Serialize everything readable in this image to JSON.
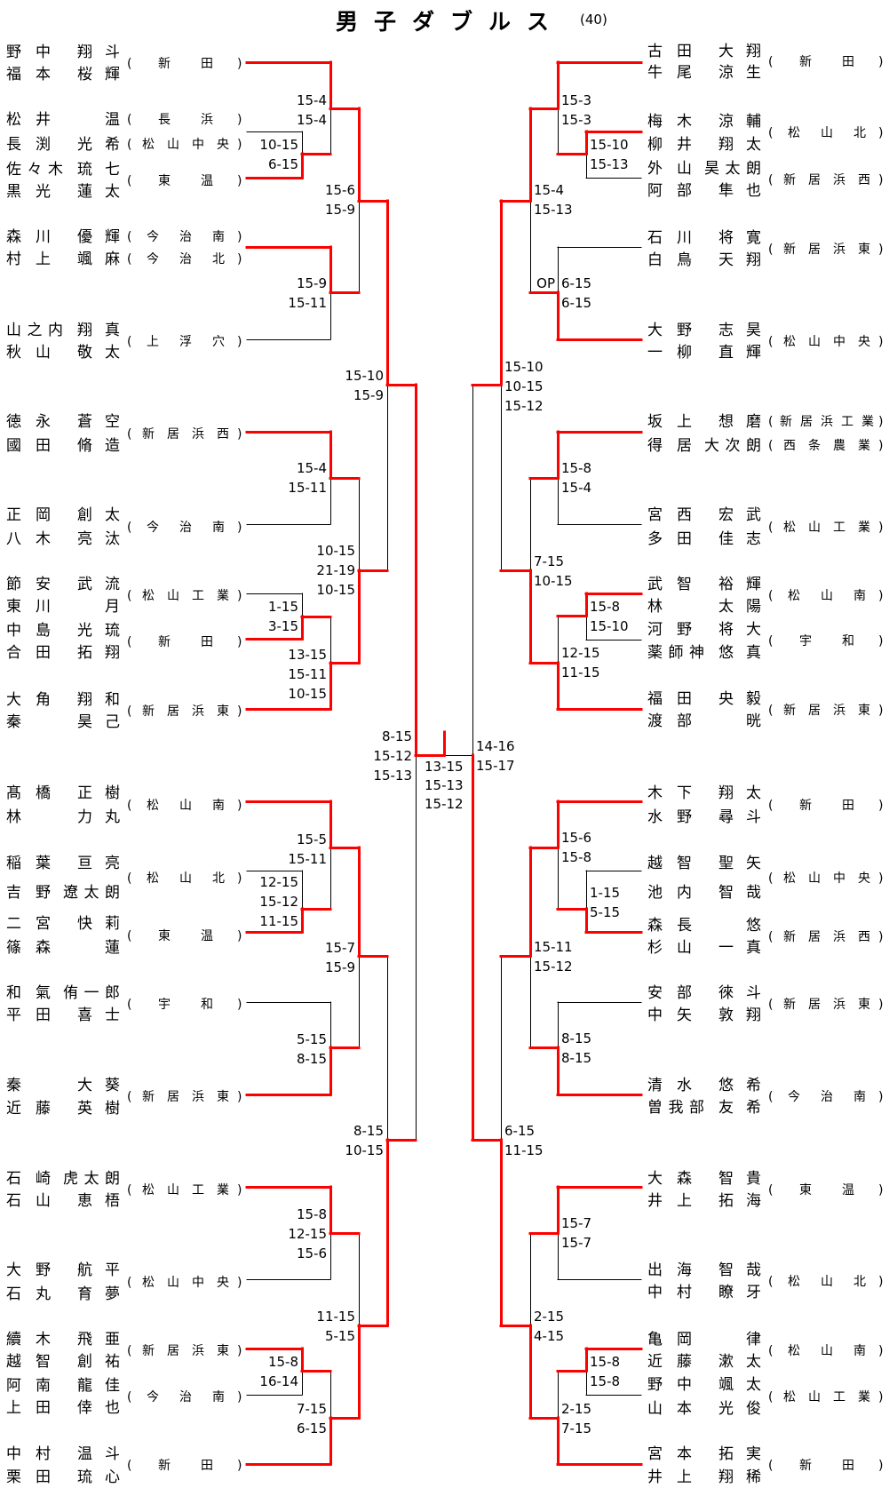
{
  "header": {
    "title": "男子ダブルス",
    "entry_count": "(40)"
  },
  "labels": {
    "paren_open": "(",
    "paren_close": ")"
  },
  "colors": {
    "winner_line": "#ff0000",
    "line": "#000000"
  },
  "teams": {
    "L1": {
      "players": [
        {
          "family": "野中",
          "given": "翔斗"
        },
        {
          "family": "福本",
          "given": "桜輝"
        }
      ],
      "schools": [
        "新田"
      ]
    },
    "L2": {
      "players": [
        {
          "family": "松井",
          "given": "温"
        },
        {
          "family": "長渕",
          "given": "光希"
        }
      ],
      "schools": [
        "長浜",
        "松山中央"
      ]
    },
    "L3": {
      "players": [
        {
          "family": "佐々木",
          "given": "琉七"
        },
        {
          "family": "黒光",
          "given": "蓮太"
        }
      ],
      "schools": [
        "東温"
      ]
    },
    "L4": {
      "players": [
        {
          "family": "森川",
          "given": "優輝"
        },
        {
          "family": "村上",
          "given": "颯麻"
        }
      ],
      "schools": [
        "今治南",
        "今治北"
      ]
    },
    "L5": {
      "players": [
        {
          "family": "山之内",
          "given": "翔真"
        },
        {
          "family": "秋山",
          "given": "敬太"
        }
      ],
      "schools": [
        "上浮穴"
      ]
    },
    "L6": {
      "players": [
        {
          "family": "徳永",
          "given": "蒼空"
        },
        {
          "family": "國田",
          "given": "脩造"
        }
      ],
      "schools": [
        "新居浜西"
      ]
    },
    "L7": {
      "players": [
        {
          "family": "正岡",
          "given": "創太"
        },
        {
          "family": "八木",
          "given": "亮汰"
        }
      ],
      "schools": [
        "今治南"
      ]
    },
    "L8": {
      "players": [
        {
          "family": "節安",
          "given": "武流"
        },
        {
          "family": "東川",
          "given": "月"
        }
      ],
      "schools": [
        "松山工業"
      ]
    },
    "L9": {
      "players": [
        {
          "family": "中島",
          "given": "光琉"
        },
        {
          "family": "合田",
          "given": "拓翔"
        }
      ],
      "schools": [
        "新田"
      ]
    },
    "L10": {
      "players": [
        {
          "family": "大角",
          "given": "翔和"
        },
        {
          "family": "秦",
          "given": "昊己"
        }
      ],
      "schools": [
        "新居浜東"
      ]
    },
    "L11": {
      "players": [
        {
          "family": "髙橋",
          "given": "正樹"
        },
        {
          "family": "林",
          "given": "力丸"
        }
      ],
      "schools": [
        "松山南"
      ]
    },
    "L12": {
      "players": [
        {
          "family": "稲葉",
          "given": "亘亮"
        },
        {
          "family": "吉野",
          "given": "遼太朗"
        }
      ],
      "schools": [
        "松山北"
      ]
    },
    "L13": {
      "players": [
        {
          "family": "二宮",
          "given": "快莉"
        },
        {
          "family": "篠森",
          "given": "蓮"
        }
      ],
      "schools": [
        "東温"
      ]
    },
    "L14": {
      "players": [
        {
          "family": "和氣",
          "given": "侑一郎"
        },
        {
          "family": "平田",
          "given": "喜士"
        }
      ],
      "schools": [
        "宇和"
      ]
    },
    "L15": {
      "players": [
        {
          "family": "秦",
          "given": "大葵"
        },
        {
          "family": "近藤",
          "given": "英樹"
        }
      ],
      "schools": [
        "新居浜東"
      ]
    },
    "L16": {
      "players": [
        {
          "family": "石崎",
          "given": "虎太朗"
        },
        {
          "family": "石山",
          "given": "恵梧"
        }
      ],
      "schools": [
        "松山工業"
      ]
    },
    "L17": {
      "players": [
        {
          "family": "大野",
          "given": "航平"
        },
        {
          "family": "石丸",
          "given": "育夢"
        }
      ],
      "schools": [
        "松山中央"
      ]
    },
    "L18": {
      "players": [
        {
          "family": "續木",
          "given": "飛亜"
        },
        {
          "family": "越智",
          "given": "創祐"
        }
      ],
      "schools": [
        "新居浜東"
      ]
    },
    "L19": {
      "players": [
        {
          "family": "阿南",
          "given": "龍佳"
        },
        {
          "family": "上田",
          "given": "倖也"
        }
      ],
      "schools": [
        "今治南"
      ]
    },
    "L20": {
      "players": [
        {
          "family": "中村",
          "given": "温斗"
        },
        {
          "family": "栗田",
          "given": "琉心"
        }
      ],
      "schools": [
        "新田"
      ]
    },
    "R1": {
      "players": [
        {
          "family": "古田",
          "given": "大翔"
        },
        {
          "family": "牛尾",
          "given": "涼生"
        }
      ],
      "schools": [
        "新田"
      ]
    },
    "R2": {
      "players": [
        {
          "family": "梅木",
          "given": "涼輔"
        },
        {
          "family": "柳井",
          "given": "翔太"
        }
      ],
      "schools": [
        "松山北"
      ]
    },
    "R3": {
      "players": [
        {
          "family": "外山",
          "given": "昊太朗"
        },
        {
          "family": "阿部",
          "given": "隼也"
        }
      ],
      "schools": [
        "新居浜西"
      ]
    },
    "R4": {
      "players": [
        {
          "family": "石川",
          "given": "将寛"
        },
        {
          "family": "白鳥",
          "given": "天翔"
        }
      ],
      "schools": [
        "新居浜東"
      ]
    },
    "R5": {
      "players": [
        {
          "family": "大野",
          "given": "志昊"
        },
        {
          "family": "一柳",
          "given": "直輝"
        }
      ],
      "schools": [
        "松山中央"
      ]
    },
    "R6": {
      "players": [
        {
          "family": "坂上",
          "given": "想磨"
        },
        {
          "family": "得居",
          "given": "大次朗"
        }
      ],
      "schools": [
        "新居浜工業",
        "西条農業"
      ]
    },
    "R7": {
      "players": [
        {
          "family": "宮西",
          "given": "宏武"
        },
        {
          "family": "多田",
          "given": "佳志"
        }
      ],
      "schools": [
        "松山工業"
      ]
    },
    "R8": {
      "players": [
        {
          "family": "武智",
          "given": "裕輝"
        },
        {
          "family": "林",
          "given": "太陽"
        }
      ],
      "schools": [
        "松山南"
      ]
    },
    "R9": {
      "players": [
        {
          "family": "河野",
          "given": "将大"
        },
        {
          "family": "薬師神",
          "given": "悠真"
        }
      ],
      "schools": [
        "宇和"
      ]
    },
    "R10": {
      "players": [
        {
          "family": "福田",
          "given": "央毅"
        },
        {
          "family": "渡部",
          "given": "晄"
        }
      ],
      "schools": [
        "新居浜東"
      ]
    },
    "R11": {
      "players": [
        {
          "family": "木下",
          "given": "翔太"
        },
        {
          "family": "水野",
          "given": "尋斗"
        }
      ],
      "schools": [
        "新田"
      ]
    },
    "R12": {
      "players": [
        {
          "family": "越智",
          "given": "聖矢"
        },
        {
          "family": "池内",
          "given": "智哉"
        }
      ],
      "schools": [
        "松山中央"
      ]
    },
    "R13": {
      "players": [
        {
          "family": "森長",
          "given": "悠"
        },
        {
          "family": "杉山",
          "given": "一真"
        }
      ],
      "schools": [
        "新居浜西"
      ]
    },
    "R14": {
      "players": [
        {
          "family": "安部",
          "given": "徠斗"
        },
        {
          "family": "中矢",
          "given": "敦翔"
        }
      ],
      "schools": [
        "新居浜東"
      ]
    },
    "R15": {
      "players": [
        {
          "family": "清水",
          "given": "悠希"
        },
        {
          "family": "曽我部",
          "given": "友希"
        }
      ],
      "schools": [
        "今治南"
      ]
    },
    "R16": {
      "players": [
        {
          "family": "大森",
          "given": "智貴"
        },
        {
          "family": "井上",
          "given": "拓海"
        }
      ],
      "schools": [
        "東温"
      ]
    },
    "R17": {
      "players": [
        {
          "family": "出海",
          "given": "智哉"
        },
        {
          "family": "中村",
          "given": "瞭牙"
        }
      ],
      "schools": [
        "松山北"
      ]
    },
    "R18": {
      "players": [
        {
          "family": "亀岡",
          "given": "律"
        },
        {
          "family": "近藤",
          "given": "漱太"
        }
      ],
      "schools": [
        "松山南"
      ]
    },
    "R19": {
      "players": [
        {
          "family": "野中",
          "given": "颯太"
        },
        {
          "family": "山本",
          "given": "光俊"
        }
      ],
      "schools": [
        "松山工業"
      ]
    },
    "R20": {
      "players": [
        {
          "family": "宮本",
          "given": "拓実"
        },
        {
          "family": "井上",
          "given": "翔稀"
        }
      ],
      "schools": [
        "新田"
      ]
    }
  },
  "matches": {
    "LM1": {
      "top": "L2",
      "bottom": "L3",
      "winner": "bottom",
      "scores": [
        "10-15",
        "6-15"
      ]
    },
    "LM2": {
      "top": "L1",
      "bottom": "LM1",
      "winner": "top",
      "scores": [
        "15-4",
        "15-4"
      ]
    },
    "LM3": {
      "top": "L4",
      "bottom": "L5",
      "winner": "top",
      "scores": [
        "15-9",
        "15-11"
      ]
    },
    "LM4": {
      "top": "LM2",
      "bottom": "LM3",
      "winner": "top",
      "scores": [
        "15-6",
        "15-9"
      ]
    },
    "LM5": {
      "top": "L6",
      "bottom": "L7",
      "winner": "top",
      "scores": [
        "15-4",
        "15-11"
      ]
    },
    "LM6": {
      "top": "L8",
      "bottom": "L9",
      "winner": "bottom",
      "scores": [
        "1-15",
        "3-15"
      ]
    },
    "LM7": {
      "top": "LM6",
      "bottom": "L10",
      "winner": "bottom",
      "scores": [
        "13-15",
        "15-11",
        "10-15"
      ]
    },
    "LM8": {
      "top": "LM5",
      "bottom": "LM7",
      "winner": "bottom",
      "scores": [
        "10-15",
        "21-19",
        "10-15"
      ]
    },
    "LM9": {
      "top": "LM4",
      "bottom": "LM8",
      "winner": "top",
      "scores": [
        "15-10",
        "15-9"
      ]
    },
    "LM10": {
      "top": "L11",
      "bottom": "LM11",
      "winner": "top",
      "scores": [
        "15-5",
        "15-11"
      ]
    },
    "LM11": {
      "top": "L12",
      "bottom": "L13",
      "winner": "bottom",
      "scores": [
        "12-15",
        "15-12",
        "11-15"
      ]
    },
    "LM12": {
      "top": "L14",
      "bottom": "L15",
      "winner": "bottom",
      "scores": [
        "5-15",
        "8-15"
      ]
    },
    "LM13": {
      "top": "LM10",
      "bottom": "LM12",
      "winner": "top",
      "scores": [
        "15-7",
        "15-9"
      ]
    },
    "LM14": {
      "top": "L16",
      "bottom": "L17",
      "winner": "top",
      "scores": [
        "15-8",
        "12-15",
        "15-6"
      ]
    },
    "LM15": {
      "top": "L18",
      "bottom": "L19",
      "winner": "top",
      "scores": [
        "15-8",
        "16-14"
      ]
    },
    "LM16": {
      "top": "LM15",
      "bottom": "L20",
      "winner": "bottom",
      "scores": [
        "7-15",
        "6-15"
      ]
    },
    "LM17": {
      "top": "LM14",
      "bottom": "LM16",
      "winner": "bottom",
      "scores": [
        "11-15",
        "5-15"
      ]
    },
    "LM18": {
      "top": "LM13",
      "bottom": "LM17",
      "winner": "bottom",
      "scores": [
        "8-15",
        "10-15"
      ]
    },
    "LSF": {
      "top": "LM9",
      "bottom": "LM18",
      "winner": "top",
      "scores": [
        "8-15",
        "15-12",
        "15-13"
      ]
    },
    "RM1": {
      "top": "R2",
      "bottom": "R3",
      "winner": "top",
      "scores": [
        "15-10",
        "15-13"
      ]
    },
    "RM2": {
      "top": "R1",
      "bottom": "RM1",
      "winner": "top",
      "scores": [
        "15-3",
        "15-3"
      ]
    },
    "RM3": {
      "top": "R4",
      "bottom": "R5",
      "winner": "bottom",
      "scores": [
        "6-15",
        "6-15"
      ],
      "note": "OP"
    },
    "RM4": {
      "top": "RM2",
      "bottom": "RM3",
      "winner": "top",
      "scores": [
        "15-4",
        "15-13"
      ]
    },
    "RM5": {
      "top": "R6",
      "bottom": "R7",
      "winner": "top",
      "scores": [
        "15-8",
        "15-4"
      ]
    },
    "RM6": {
      "top": "R8",
      "bottom": "R9",
      "winner": "top",
      "scores": [
        "15-8",
        "15-10"
      ]
    },
    "RM7": {
      "top": "RM6",
      "bottom": "R10",
      "winner": "bottom",
      "scores": [
        "12-15",
        "11-15"
      ]
    },
    "RM8": {
      "top": "RM5",
      "bottom": "RM7",
      "winner": "bottom",
      "scores": [
        "7-15",
        "10-15"
      ]
    },
    "RM9": {
      "top": "RM4",
      "bottom": "RM8",
      "winner": "top",
      "scores": [
        "15-10",
        "10-15",
        "15-12"
      ]
    },
    "RM10": {
      "top": "R11",
      "bottom": "RM11",
      "winner": "top",
      "scores": [
        "15-6",
        "15-8"
      ]
    },
    "RM11": {
      "top": "R12",
      "bottom": "R13",
      "winner": "bottom",
      "scores": [
        "1-15",
        "5-15"
      ]
    },
    "RM12": {
      "top": "R14",
      "bottom": "R15",
      "winner": "bottom",
      "scores": [
        "8-15",
        "8-15"
      ]
    },
    "RM13": {
      "top": "RM10",
      "bottom": "RM12",
      "winner": "top",
      "scores": [
        "15-11",
        "15-12"
      ]
    },
    "RM14": {
      "top": "R16",
      "bottom": "R17",
      "winner": "top",
      "scores": [
        "15-7",
        "15-7"
      ]
    },
    "RM15": {
      "top": "R18",
      "bottom": "R19",
      "winner": "top",
      "scores": [
        "15-8",
        "15-8"
      ]
    },
    "RM16": {
      "top": "RM15",
      "bottom": "R20",
      "winner": "bottom",
      "scores": [
        "2-15",
        "7-15"
      ]
    },
    "RM17": {
      "top": "RM14",
      "bottom": "RM16",
      "winner": "bottom",
      "scores": [
        "2-15",
        "4-15"
      ]
    },
    "RM18": {
      "top": "RM13",
      "bottom": "RM17",
      "winner": "bottom",
      "scores": [
        "6-15",
        "11-15"
      ]
    },
    "RSF": {
      "top": "RM9",
      "bottom": "RM18",
      "winner": "bottom",
      "scores": [
        "14-16",
        "15-17"
      ]
    },
    "F": {
      "left": "LSF",
      "right": "RSF",
      "winner": "left",
      "scores": [
        "13-15",
        "15-13",
        "15-12"
      ]
    }
  }
}
